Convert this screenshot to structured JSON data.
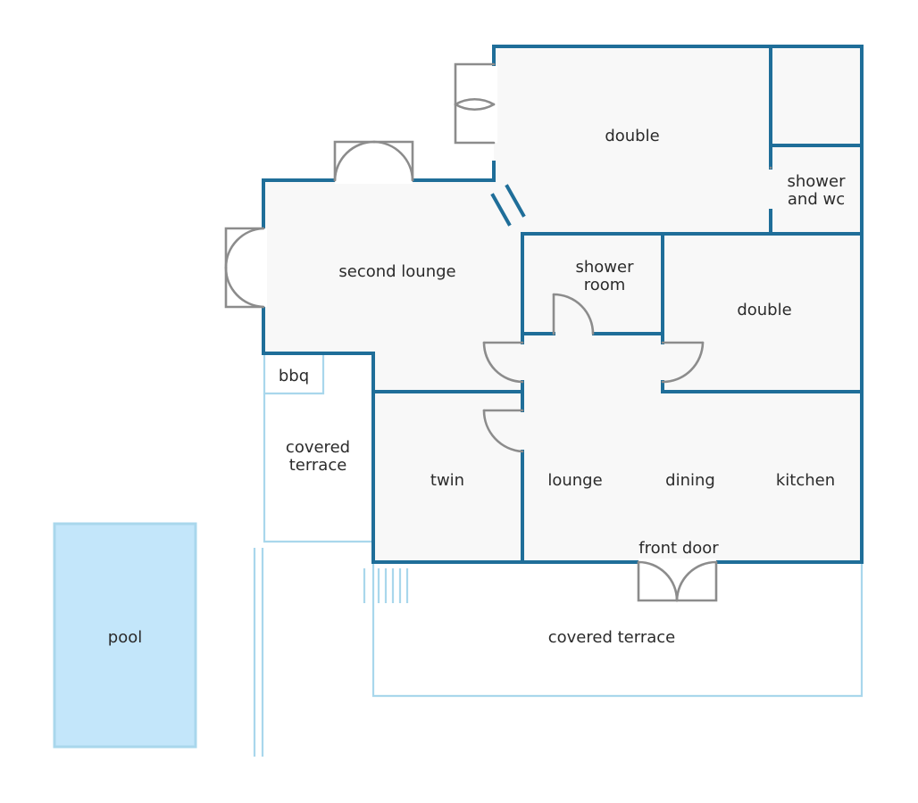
{
  "rooms": {
    "double_top": "double",
    "shower_wc_line1": "shower",
    "shower_wc_line2": "and wc",
    "second_lounge": "second lounge",
    "shower_room_line1": "shower",
    "shower_room_line2": "room",
    "double_right": "double",
    "bbq": "bbq",
    "covered_terrace_left_line1": "covered",
    "covered_terrace_left_line2": "terrace",
    "twin": "twin",
    "lounge": "lounge",
    "dining": "dining",
    "kitchen": "kitchen",
    "front_door": "front door",
    "covered_terrace_bottom": "covered terrace",
    "pool": "pool"
  },
  "colors": {
    "wall": "#1f6e99",
    "outline_light": "#a9d7ec",
    "pool_fill": "#c3e6fa",
    "room_fill": "#f8f8f8",
    "door": "#8c8c8c"
  }
}
